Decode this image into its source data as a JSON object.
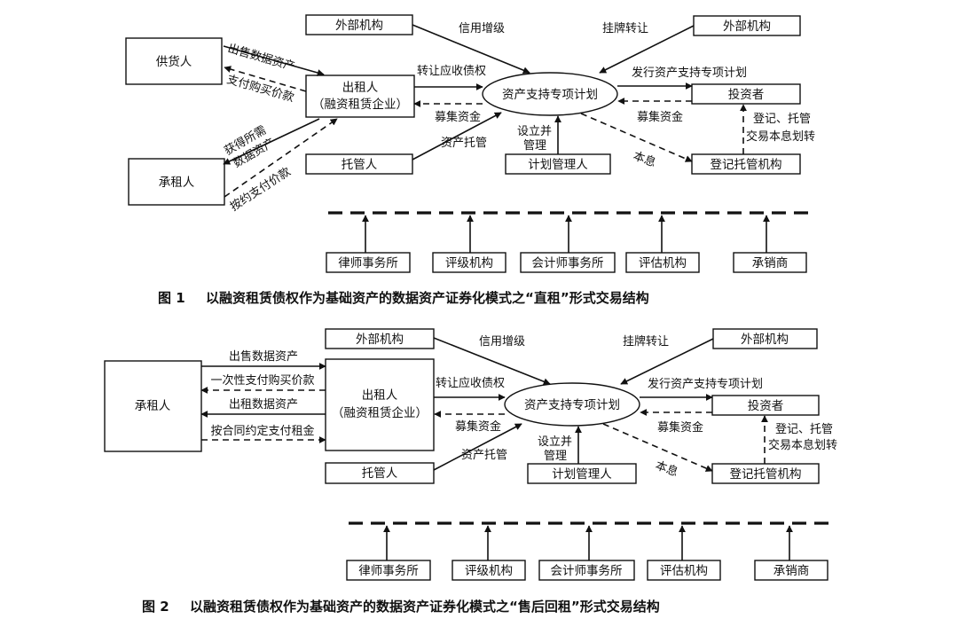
{
  "figure1": {
    "caption_no": "图 1",
    "caption_text": "以融资租赁债权作为基础资产的数据资产证券化模式之“直租”形式交易结构",
    "nodes": {
      "supplier": "供货人",
      "lessee": "承租人",
      "lessor_l1": "出租人",
      "lessor_l2": "（融资租赁企业）",
      "custodian": "托管人",
      "ext_left": "外部机构",
      "ext_right": "外部机构",
      "abs_plan": "资产支持专项计划",
      "investor": "投资者",
      "registry": "登记托管机构",
      "plan_manager": "计划管理人"
    },
    "service_providers": [
      "律师事务所",
      "评级机构",
      "会计师事务所",
      "评估机构",
      "承销商"
    ],
    "edges": {
      "sell_data": "出售数据资产",
      "pay_purchase": "支付购买价款",
      "obtain_l1": "获得所需",
      "obtain_l2": "数据资产",
      "pay_contract": "按约支付价款",
      "transfer_receivable": "转让应收债权",
      "raise_funds_left": "募集资金",
      "custody": "资产托管",
      "credit_enh": "信用增级",
      "listing": "挂牌转让",
      "issue_plan": "发行资产支持专项计划",
      "raise_funds_right": "募集资金",
      "setup_l1": "设立并",
      "setup_l2": "管理",
      "principal_interest": "本息",
      "register_l1": "登记、托管",
      "register_l2": "交易本息划转"
    }
  },
  "figure2": {
    "caption_no": "图 2",
    "caption_text": "以融资租赁债权作为基础资产的数据资产证券化模式之“售后回租”形式交易结构",
    "nodes": {
      "lessee": "承租人",
      "lessor_l1": "出租人",
      "lessor_l2": "（融资租赁企业）",
      "custodian": "托管人",
      "ext_left": "外部机构",
      "ext_right": "外部机构",
      "abs_plan": "资产支持专项计划",
      "investor": "投资者",
      "registry": "登记托管机构",
      "plan_manager": "计划管理人"
    },
    "service_providers": [
      "律师事务所",
      "评级机构",
      "会计师事务所",
      "评估机构",
      "承销商"
    ],
    "edges": {
      "sell_data": "出售数据资产",
      "lump_pay": "一次性支付购买价款",
      "lease_data": "出租数据资产",
      "pay_rent": "按合同约定支付租金",
      "transfer_receivable": "转让应收债权",
      "raise_funds_left": "募集资金",
      "custody": "资产托管",
      "credit_enh": "信用增级",
      "listing": "挂牌转让",
      "issue_plan": "发行资产支持专项计划",
      "raise_funds_right": "募集资金",
      "setup_l1": "设立并",
      "setup_l2": "管理",
      "principal_interest": "本息",
      "register_l1": "登记、托管",
      "register_l2": "交易本息划转"
    }
  }
}
